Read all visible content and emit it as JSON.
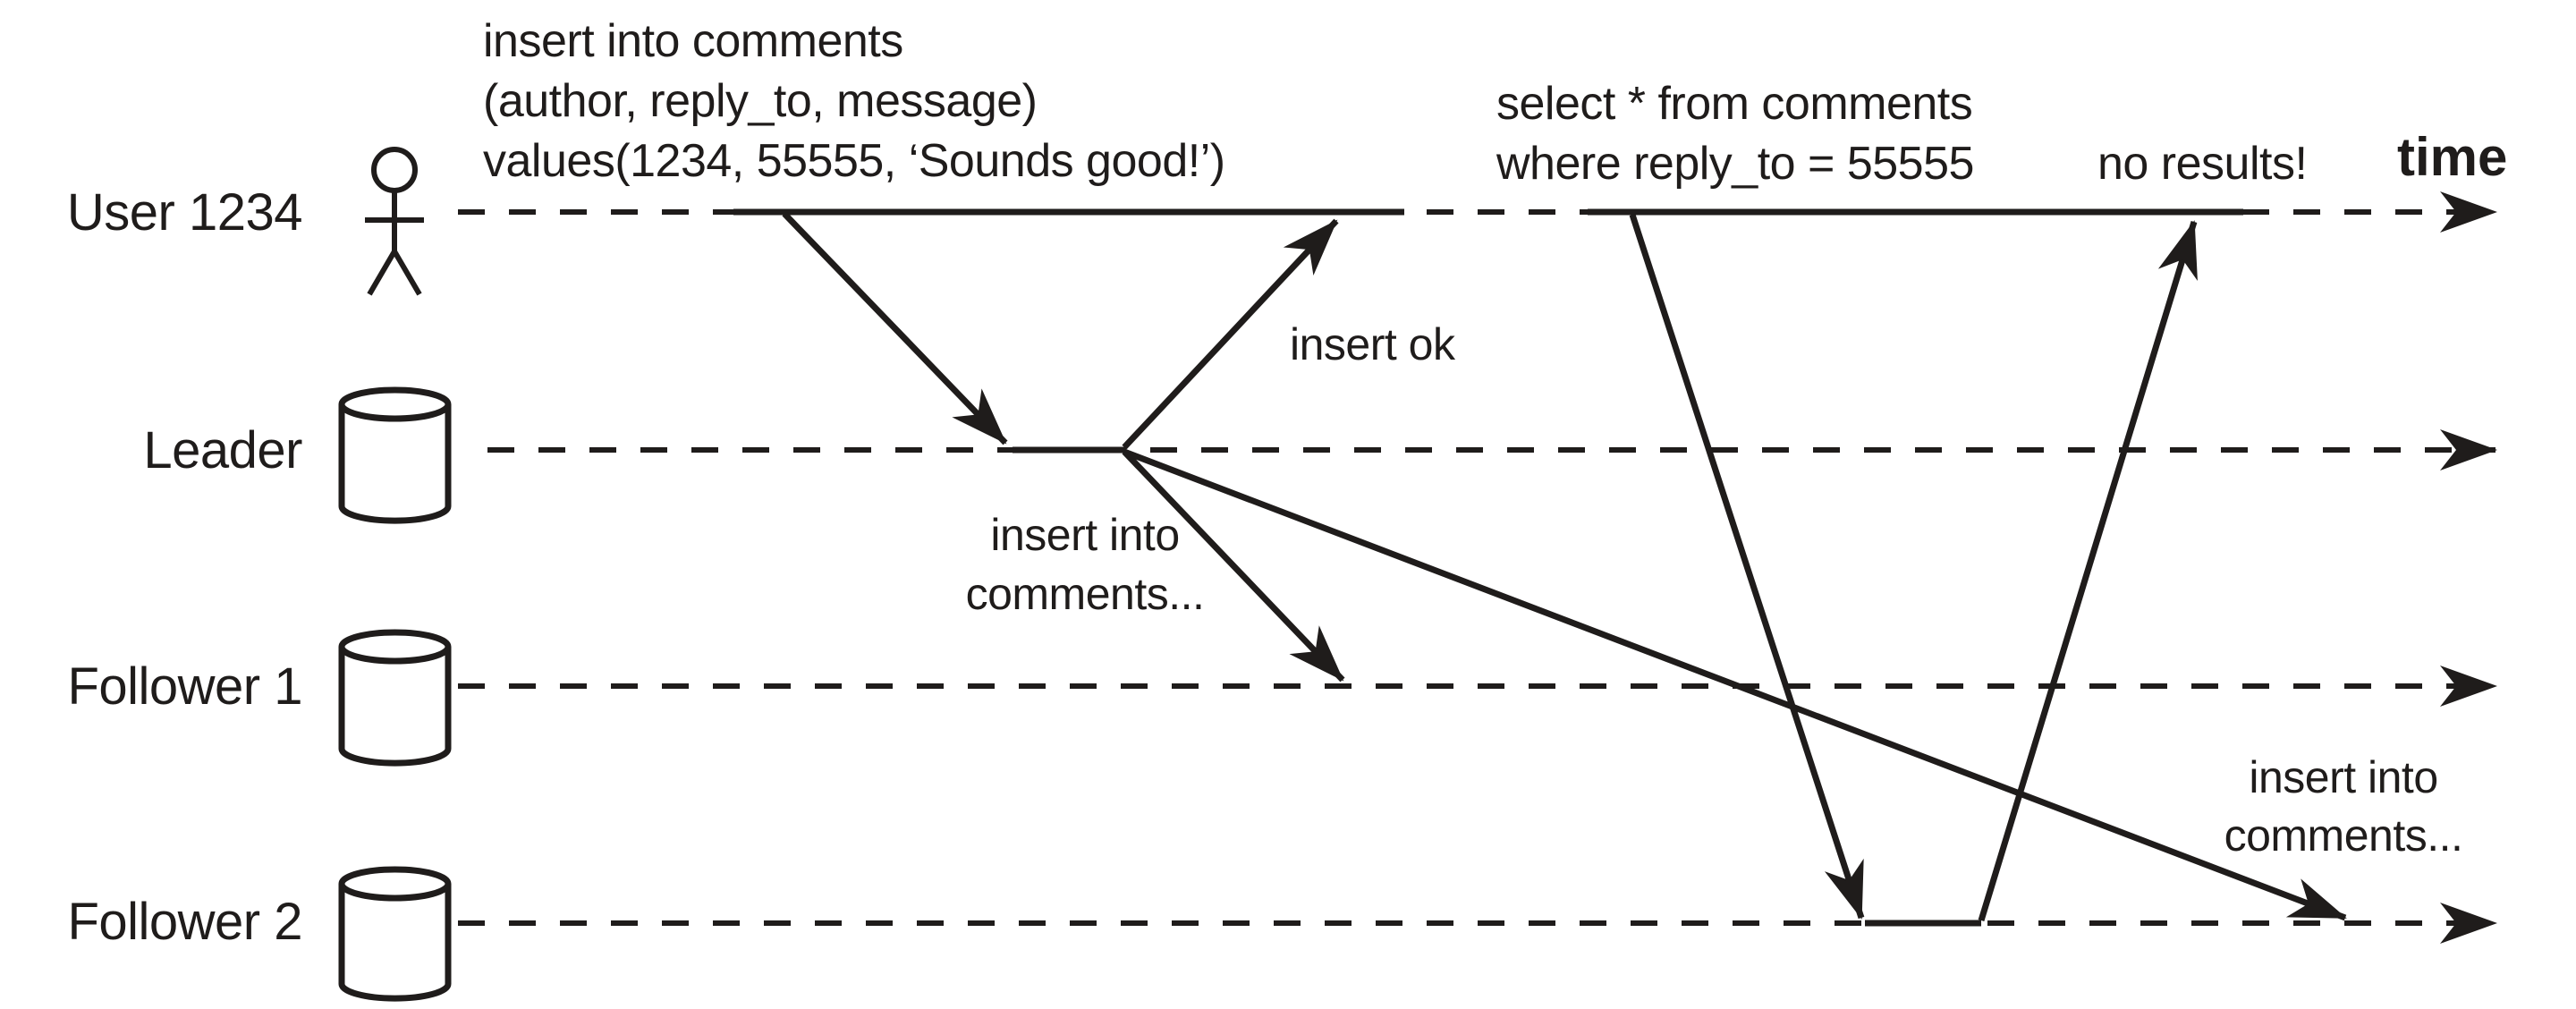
{
  "diagram": {
    "time_label": "time",
    "colors": {
      "ink": "#1f1c1b",
      "background": "#ffffff"
    },
    "actors": [
      {
        "id": "user",
        "label": "User 1234",
        "icon": "person-icon"
      },
      {
        "id": "leader",
        "label": "Leader",
        "icon": "database-icon"
      },
      {
        "id": "follower1",
        "label": "Follower 1",
        "icon": "database-icon"
      },
      {
        "id": "follower2",
        "label": "Follower 2",
        "icon": "database-icon"
      }
    ],
    "annotations": {
      "insert_query": [
        "insert into comments",
        "(author, reply_to, message)",
        "values(1234, 55555, ‘Sounds good!’)"
      ],
      "select_query": [
        "select * from comments",
        "where reply_to = 55555"
      ],
      "no_results": "no results!",
      "insert_ok": "insert ok",
      "replicate_mid": [
        "insert into",
        "comments..."
      ],
      "replicate_bottom_right": [
        "insert into",
        "comments..."
      ]
    }
  }
}
